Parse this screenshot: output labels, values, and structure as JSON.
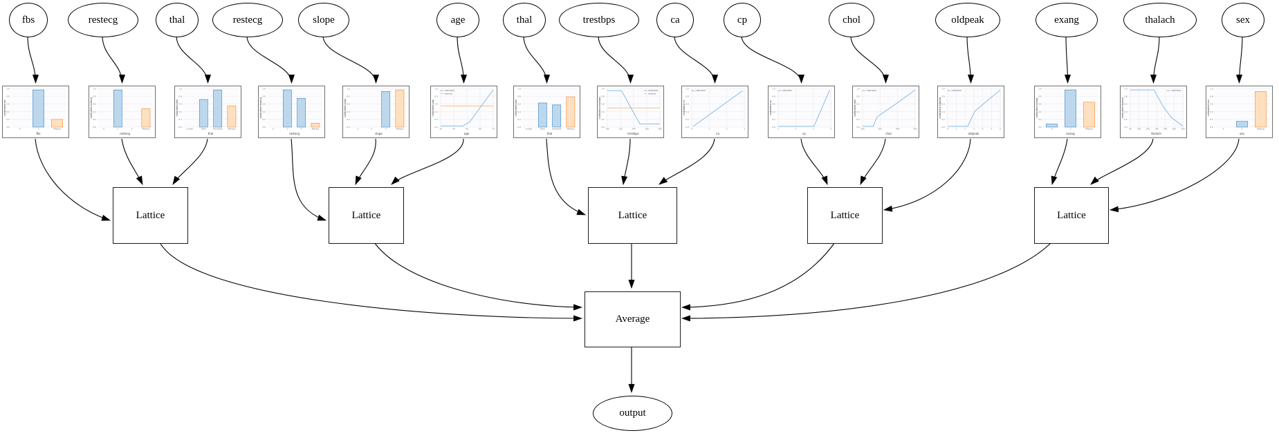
{
  "colors": {
    "bar_blue_fill": "#bdd7ec",
    "bar_blue_edge": "#4f94cd",
    "bar_orange_fill": "#fde0c0",
    "bar_orange_edge": "#f79646",
    "line_blue": "#7ab4e0",
    "line_orange": "#fcbe7d",
    "edge_black": "#000000",
    "grid_gray": "#e4e4ec"
  },
  "axis": {
    "yticks": [
      "0.0",
      "0.2",
      "0.4",
      "0.6",
      "0.8",
      "1.0"
    ],
    "ylim": [
      0,
      1
    ]
  },
  "legend_labels": {
    "calibrated": "calibrated",
    "missing": "missing"
  },
  "features": [
    {
      "name": "fbs",
      "chart": {
        "type": "bar",
        "xlabel": "fbs",
        "ylabel": "calibrated fbs",
        "categories": [
          "0",
          "1",
          "Missing"
        ],
        "values": [
          0,
          0.97,
          0.2
        ]
      }
    },
    {
      "name": "restecg",
      "chart": {
        "type": "bar",
        "xlabel": "restecg",
        "ylabel": "calibrated restecg",
        "categories": [
          "0",
          "1",
          "2",
          "Missing"
        ],
        "values": [
          0,
          0.97,
          0,
          0.48
        ]
      }
    },
    {
      "name": "thal",
      "chart": {
        "type": "bar",
        "xlabel": "thal",
        "ylabel": "calibrated thal",
        "categories": [
          "normal",
          "fixed",
          "reversible",
          "Missing"
        ],
        "values": [
          0,
          0.72,
          0.97,
          0.55
        ]
      }
    },
    {
      "name": "restecg",
      "chart": {
        "type": "bar",
        "xlabel": "restecg",
        "ylabel": "calibrated restecg",
        "categories": [
          "0",
          "1",
          "2",
          "Missing"
        ],
        "values": [
          0,
          0.97,
          0.75,
          0.1
        ]
      }
    },
    {
      "name": "slope",
      "chart": {
        "type": "bar",
        "xlabel": "slope",
        "ylabel": "calibrated slope",
        "categories": [
          "1",
          "2",
          "3",
          "Missing"
        ],
        "values": [
          0,
          0,
          0.93,
          0.97
        ]
      }
    },
    {
      "name": "age",
      "chart": {
        "type": "line",
        "xlabel": "age",
        "ylabel": "calibrated age",
        "xticks": [
          "30",
          "40",
          "50",
          "60",
          "70"
        ],
        "legend": [
          "calibrated",
          "missing"
        ],
        "legend_pos": "left",
        "calibrated": [
          [
            0,
            0.03
          ],
          [
            0.42,
            0.03
          ],
          [
            0.55,
            0.13
          ],
          [
            0.72,
            0.45
          ],
          [
            1,
            0.97
          ]
        ],
        "missing": 0.55
      }
    },
    {
      "name": "thal",
      "chart": {
        "type": "bar",
        "xlabel": "thal",
        "ylabel": "calibrated thal",
        "categories": [
          "normal",
          "fixed",
          "reversible",
          "Missing"
        ],
        "values": [
          0,
          0.63,
          0.58,
          0.79
        ]
      }
    },
    {
      "name": "trestbps",
      "chart": {
        "type": "line",
        "xlabel": "trestbps",
        "ylabel": "calibrated trestbps",
        "xticks": [
          "100",
          "120",
          "140",
          "160",
          "180"
        ],
        "legend": [
          "calibrated",
          "missing"
        ],
        "legend_pos": "right",
        "calibrated": [
          [
            0,
            0.95
          ],
          [
            0.27,
            0.95
          ],
          [
            0.45,
            0.5
          ],
          [
            0.62,
            0.08
          ],
          [
            1,
            0.08
          ]
        ],
        "missing": 0.5
      }
    },
    {
      "name": "ca",
      "chart": {
        "type": "line",
        "xlabel": "ca",
        "ylabel": "calibrated ca",
        "xticks": [
          "0",
          "1",
          "2",
          "3"
        ],
        "legend": [
          "calibrated"
        ],
        "legend_pos": "left",
        "calibrated": [
          [
            0.03,
            0.02
          ],
          [
            0.97,
            0.95
          ]
        ]
      }
    },
    {
      "name": "cp",
      "chart": {
        "type": "line",
        "xlabel": "cp",
        "ylabel": "calibrated cp",
        "xticks": [
          "1",
          "2",
          "3",
          "4"
        ],
        "legend": [
          "calibrated"
        ],
        "legend_pos": "left",
        "calibrated": [
          [
            0,
            0.02
          ],
          [
            0.68,
            0.02
          ],
          [
            0.98,
            0.97
          ]
        ]
      }
    },
    {
      "name": "chol",
      "chart": {
        "type": "line",
        "xlabel": "chol",
        "ylabel": "calibrated chol",
        "xticks": [
          "200",
          "300",
          "400",
          "500"
        ],
        "legend": [
          "calibrated"
        ],
        "legend_pos": "left",
        "calibrated": [
          [
            0,
            0.02
          ],
          [
            0.2,
            0.02
          ],
          [
            0.28,
            0.27
          ],
          [
            0.65,
            0.62
          ],
          [
            1,
            0.97
          ]
        ]
      }
    },
    {
      "name": "oldpeak",
      "chart": {
        "type": "line",
        "xlabel": "oldpeak",
        "ylabel": "calibrated oldpeak",
        "xticks": [
          "0",
          "1",
          "2",
          "3",
          "4",
          "5",
          "6"
        ],
        "legend": [
          "calibrated"
        ],
        "legend_pos": "left",
        "calibrated": [
          [
            0,
            0.02
          ],
          [
            0.38,
            0.02
          ],
          [
            0.52,
            0.42
          ],
          [
            1,
            0.97
          ]
        ]
      }
    },
    {
      "name": "exang",
      "chart": {
        "type": "bar",
        "xlabel": "exang",
        "ylabel": "calibrated exang",
        "categories": [
          "0",
          "1",
          "Missing"
        ],
        "values": [
          0.08,
          0.97,
          0.65
        ]
      }
    },
    {
      "name": "thalach",
      "chart": {
        "type": "line",
        "xlabel": "thalach",
        "ylabel": "calibrated thalach",
        "xticks": [
          "80",
          "100",
          "120",
          "140",
          "160",
          "180",
          "200"
        ],
        "legend": [
          "calibrated"
        ],
        "legend_pos": "right",
        "calibrated": [
          [
            0,
            0.97
          ],
          [
            0.45,
            0.97
          ],
          [
            0.62,
            0.55
          ],
          [
            0.78,
            0.25
          ],
          [
            1,
            0.03
          ]
        ]
      }
    },
    {
      "name": "sex",
      "chart": {
        "type": "bar",
        "xlabel": "sex",
        "ylabel": "calibrated sex",
        "categories": [
          "0",
          "1",
          "Missing"
        ],
        "values": [
          0,
          0.15,
          0.93
        ]
      }
    }
  ],
  "lattices": [
    {
      "label": "Lattice",
      "inputs": [
        "fbs",
        "restecg",
        "thal"
      ]
    },
    {
      "label": "Lattice",
      "inputs": [
        "restecg",
        "slope",
        "age"
      ]
    },
    {
      "label": "Lattice",
      "inputs": [
        "thal",
        "trestbps",
        "ca"
      ]
    },
    {
      "label": "Lattice",
      "inputs": [
        "cp",
        "chol",
        "oldpeak"
      ]
    },
    {
      "label": "Lattice",
      "inputs": [
        "exang",
        "thalach",
        "sex"
      ]
    }
  ],
  "combiner": {
    "label": "Average"
  },
  "output_node": {
    "label": "output"
  }
}
